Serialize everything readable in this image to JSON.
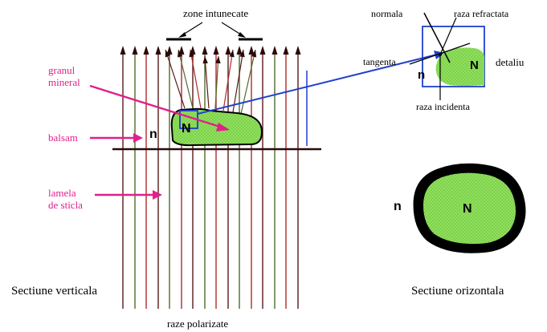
{
  "labels": {
    "zone_intunecate": "zone intunecate",
    "granul_line1": "granul",
    "granul_line2": "mineral",
    "balsam": "balsam",
    "lamela_line1": "lamela",
    "lamela_line2": "de sticla",
    "n_left": "n",
    "N_left": "N",
    "sectiune_verticala": "Sectiune verticala",
    "raze_polarizate": "raze polarizate",
    "normala": "normala",
    "raza_refractata": "raza refractata",
    "tangenta": "tangenta",
    "n_detail": "n",
    "N_detail": "N",
    "detaliu": "detaliu",
    "raza_incidenta": "raza incidenta",
    "n_right": "n",
    "N_right": "N",
    "sectiune_orizontala": "Sectiune orizontala"
  },
  "colors": {
    "background": "#ffffff",
    "ray_dark": "#5a1a1a",
    "ray_green": "#4f6b2a",
    "ray_red": "#b02a2a",
    "grain_fill": "#8fe05a",
    "grain_outline": "#000000",
    "magenta": "#e0208a",
    "blue": "#1f3fcf",
    "text": "#000000"
  }
}
